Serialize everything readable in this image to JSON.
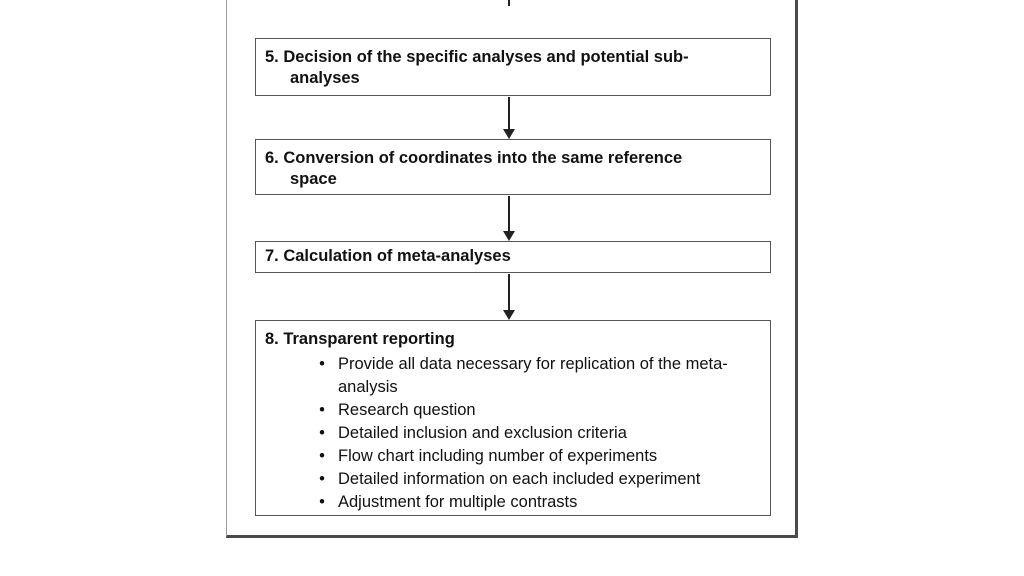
{
  "steps": [
    {
      "title_line1": "5. Decision of the specific analyses and potential sub-",
      "title_line2": "analyses"
    },
    {
      "title_line1": "6. Conversion of coordinates into the same reference",
      "title_line2": "space"
    },
    {
      "title_line1": "7. Calculation of meta-analyses"
    },
    {
      "title_line1": "8. Transparent reporting",
      "bullets": [
        "Provide all data necessary for replication of the meta-analysis",
        "Research question",
        "Detailed inclusion and exclusion criteria",
        "Flow chart including number of experiments",
        "Detailed information on each included experiment",
        "Adjustment for multiple contrasts"
      ],
      "bullet_symbol": "•"
    }
  ]
}
